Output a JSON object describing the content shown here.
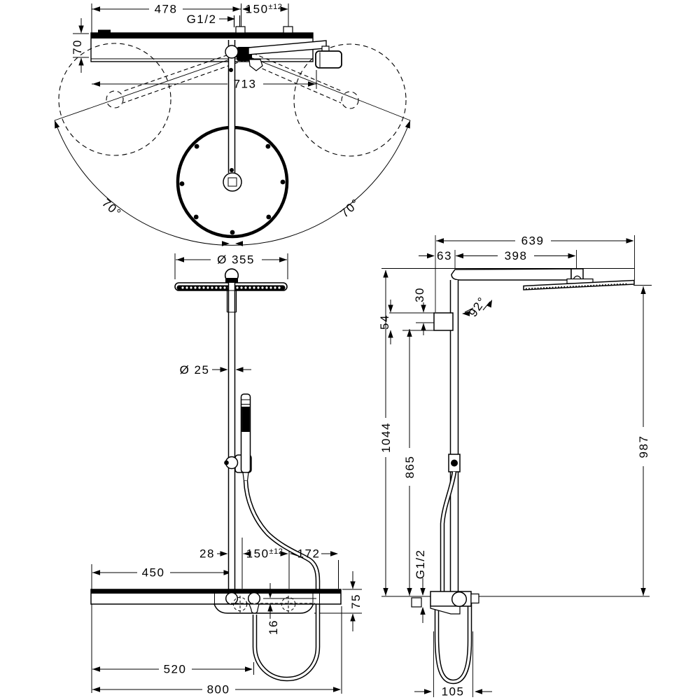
{
  "top_view": {
    "length_478": "478",
    "thread": "G1/2",
    "offset_150": "150",
    "offset_tol": "±12",
    "height_70": "70",
    "length_713": "713",
    "swivel_left": "70°",
    "swivel_right": "70°",
    "head_diameter": "Ø 355"
  },
  "front_view": {
    "pipe_diameter": "Ø 25",
    "offset_28": "28",
    "offset_150": "150",
    "offset_tol": "±12",
    "offset_172": "172",
    "length_450": "450",
    "height_75": "75",
    "offset_16": "16",
    "length_520": "520",
    "length_800": "800"
  },
  "side_view": {
    "reach_639": "639",
    "offset_63": "63",
    "reach_398": "398",
    "offset_30": "30",
    "offset_54": "54",
    "arm_angle": "92°",
    "height_1044": "1044",
    "height_865": "865",
    "height_987": "987",
    "thread": "G1/2",
    "offset_105": "105"
  },
  "colors": {
    "line": "#000000",
    "background": "#ffffff"
  }
}
